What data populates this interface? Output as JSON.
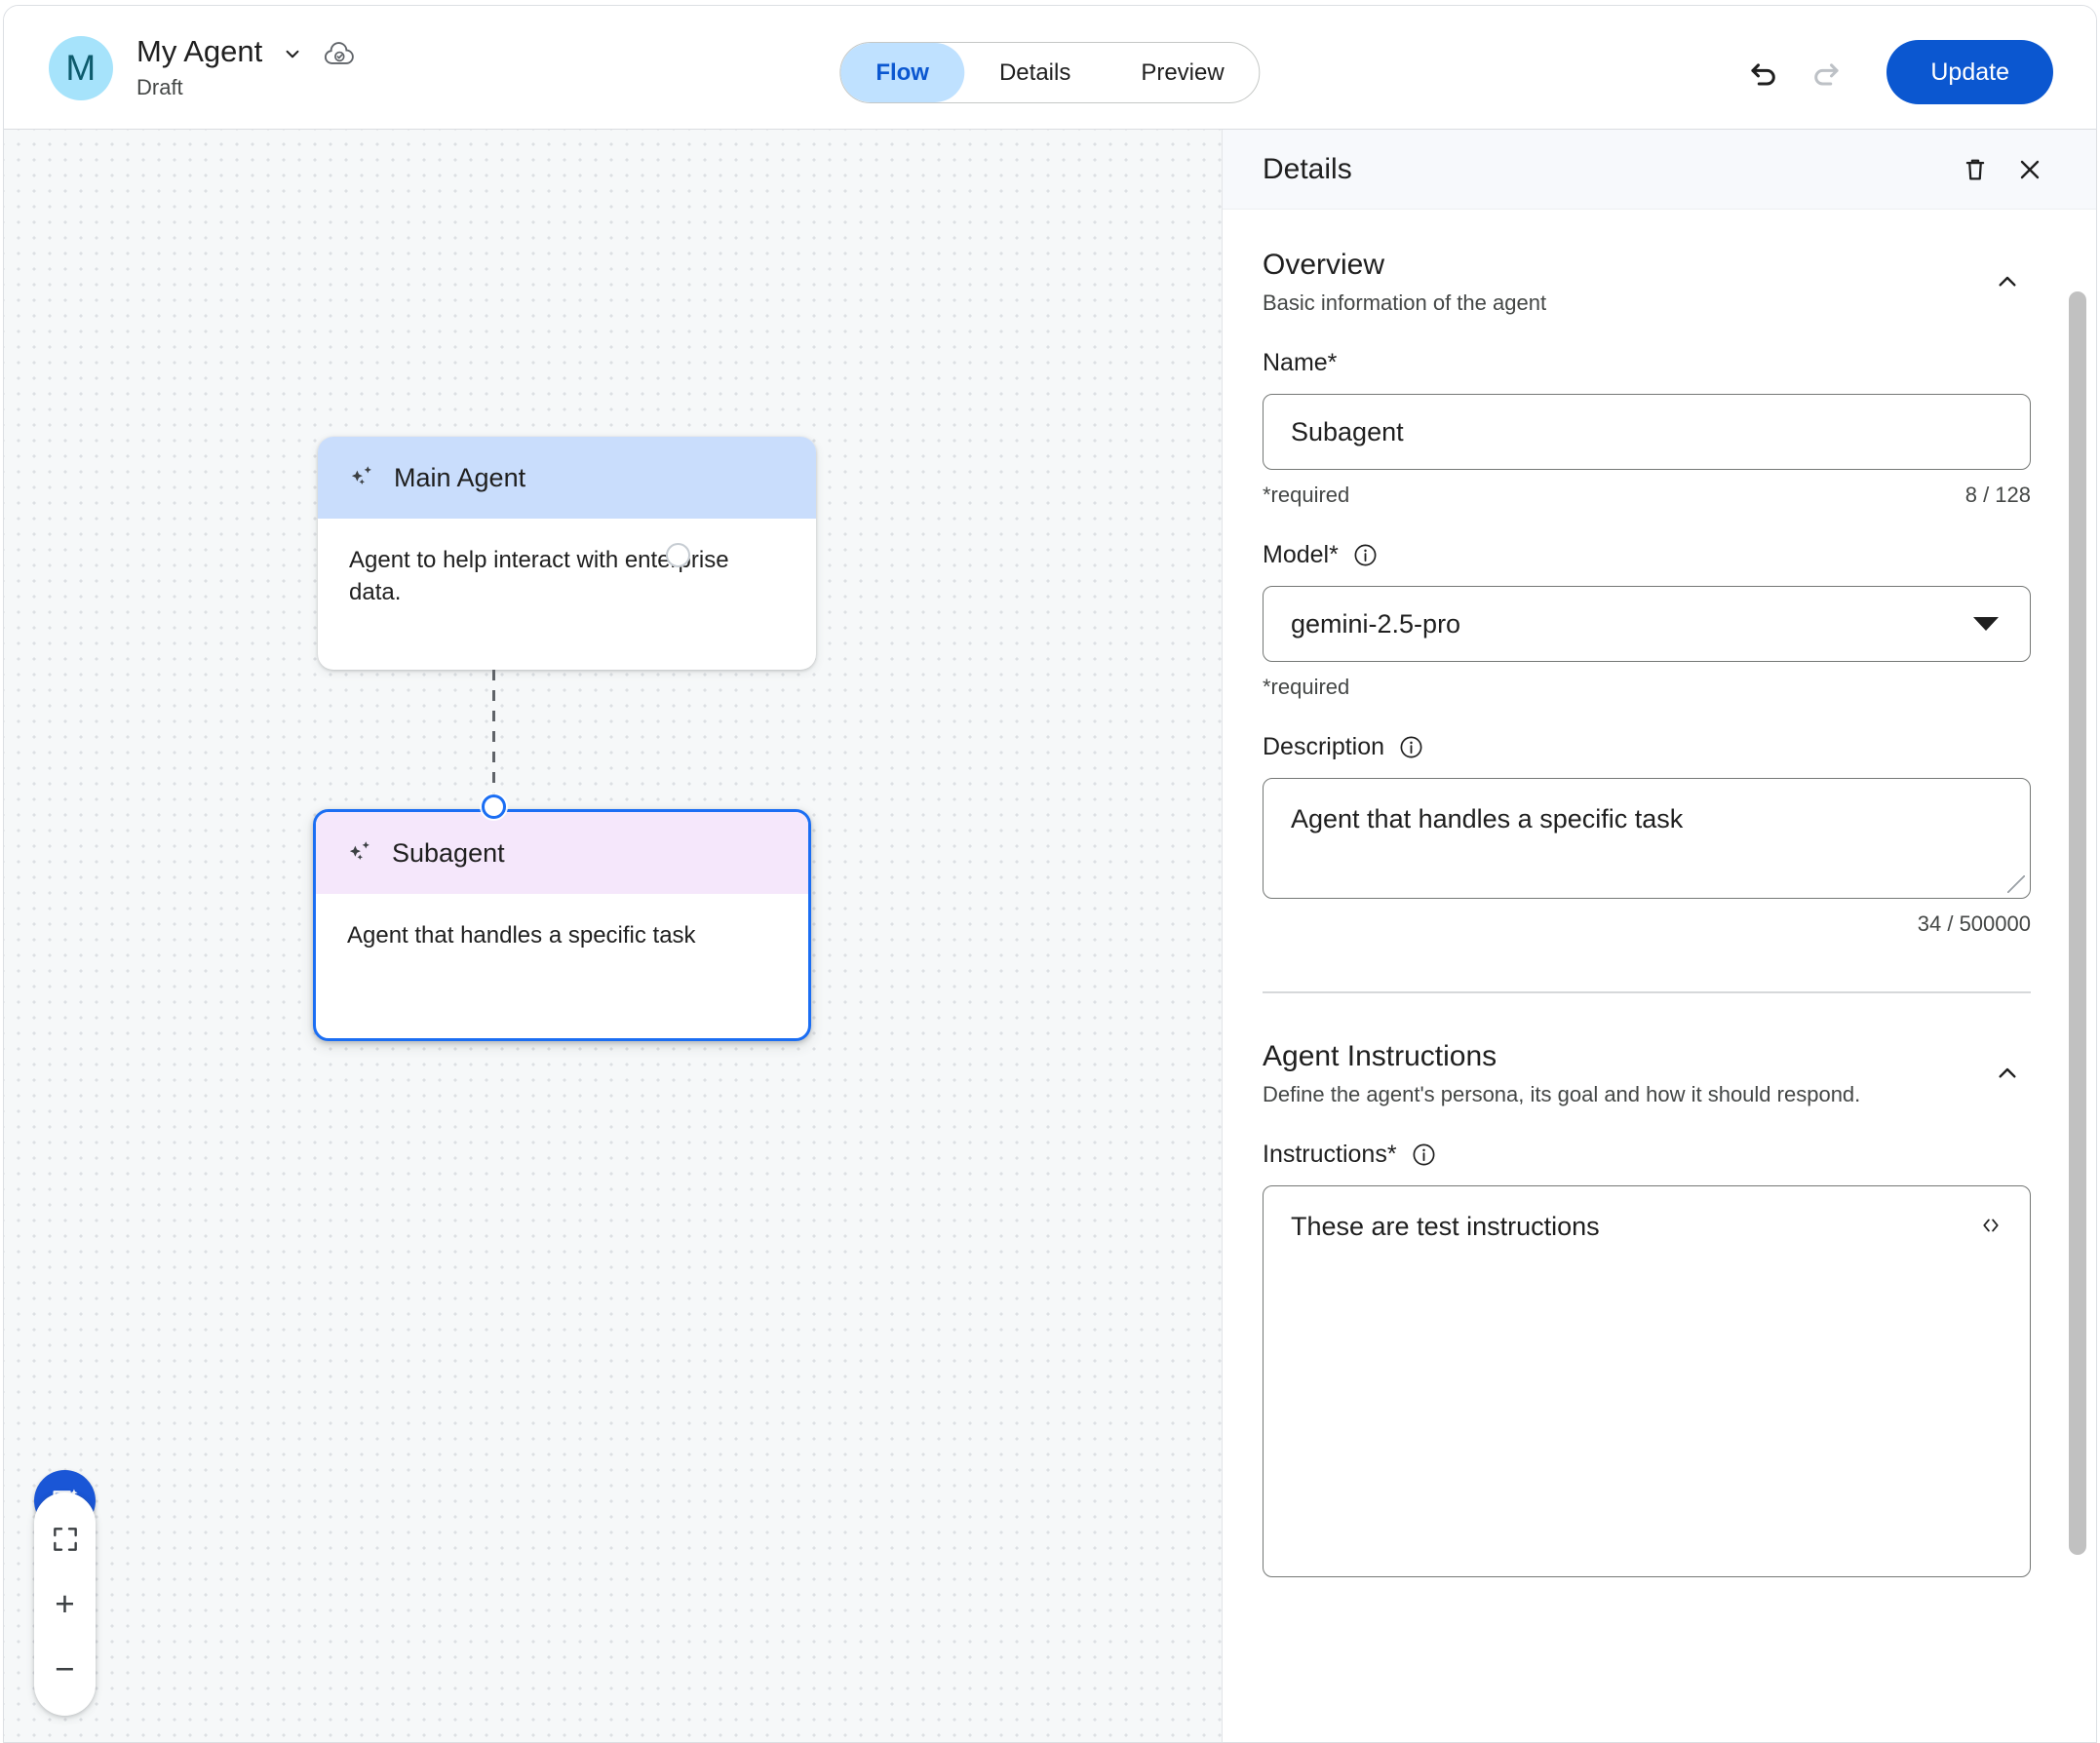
{
  "header": {
    "avatar_initial": "M",
    "agent_name": "My Agent",
    "status": "Draft",
    "chevron_icon": "chevron-down-icon",
    "cloud_icon": "cloud-saved-icon",
    "tabs": [
      {
        "label": "Flow",
        "active": true
      },
      {
        "label": "Details",
        "active": false
      },
      {
        "label": "Preview",
        "active": false
      }
    ],
    "undo_icon": "undo-icon",
    "redo_icon": "redo-icon",
    "update_label": "Update",
    "accent_color": "#0b57d0",
    "active_tab_bg": "#bfe1ff",
    "avatar_bg": "#a6e3fb"
  },
  "canvas": {
    "nodes": [
      {
        "title": "Main Agent",
        "description": "Agent to help interact with enterprise data.",
        "header_color": "#c9ddfc",
        "selected": false,
        "icon": "sparkle-icon"
      },
      {
        "title": "Subagent",
        "description": "Agent that handles a specific task",
        "header_color": "#f5e7fb",
        "selected": true,
        "icon": "sparkle-icon"
      }
    ],
    "controls": {
      "chat_fab_icon": "chat-sparkle-icon",
      "fit_view_icon": "fit-screen-icon",
      "zoom_in_label": "+",
      "zoom_out_label": "−"
    }
  },
  "details_panel": {
    "title": "Details",
    "delete_icon": "trash-icon",
    "close_icon": "close-icon",
    "sections": [
      {
        "title": "Overview",
        "subtitle": "Basic information of the agent",
        "collapse_icon": "chevron-up-icon"
      },
      {
        "title": "Agent Instructions",
        "subtitle": "Define the agent's persona, its goal and how it should respond.",
        "collapse_icon": "chevron-up-icon"
      }
    ],
    "fields": {
      "name": {
        "label": "Name*",
        "value": "Subagent",
        "required_note": "*required",
        "counter": "8 / 128"
      },
      "model": {
        "label": "Model*",
        "value": "gemini-2.5-pro",
        "required_note": "*required",
        "info_icon": "info-icon",
        "dropdown_icon": "caret-down-icon"
      },
      "description": {
        "label": "Description",
        "value": "Agent that handles a specific task",
        "counter": "34 / 500000",
        "info_icon": "info-icon"
      },
      "instructions": {
        "label": "Instructions*",
        "value": "These are test instructions",
        "info_icon": "info-icon",
        "code_icon": "code-brackets-icon"
      }
    }
  }
}
